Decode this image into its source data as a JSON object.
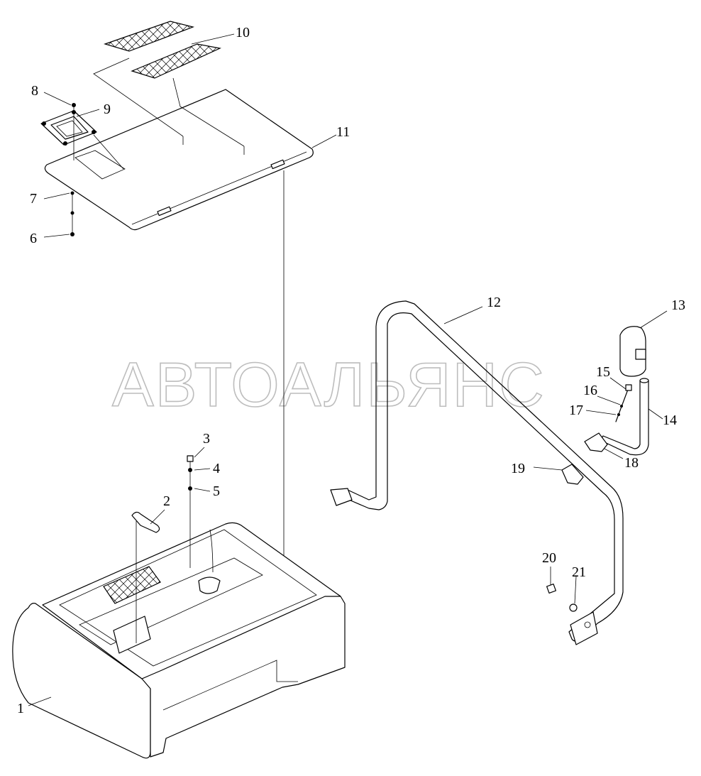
{
  "watermark": "АВТОАЛЬЯНС",
  "callouts": {
    "c1": "1",
    "c2": "2",
    "c3": "3",
    "c4": "4",
    "c5": "5",
    "c6": "6",
    "c7": "7",
    "c8": "8",
    "c9": "9",
    "c10": "10",
    "c11": "11",
    "c12": "12",
    "c13": "13",
    "c14": "14",
    "c15": "15",
    "c16": "16",
    "c17": "17",
    "c18": "18",
    "c19": "19",
    "c20": "20",
    "c21": "21"
  }
}
